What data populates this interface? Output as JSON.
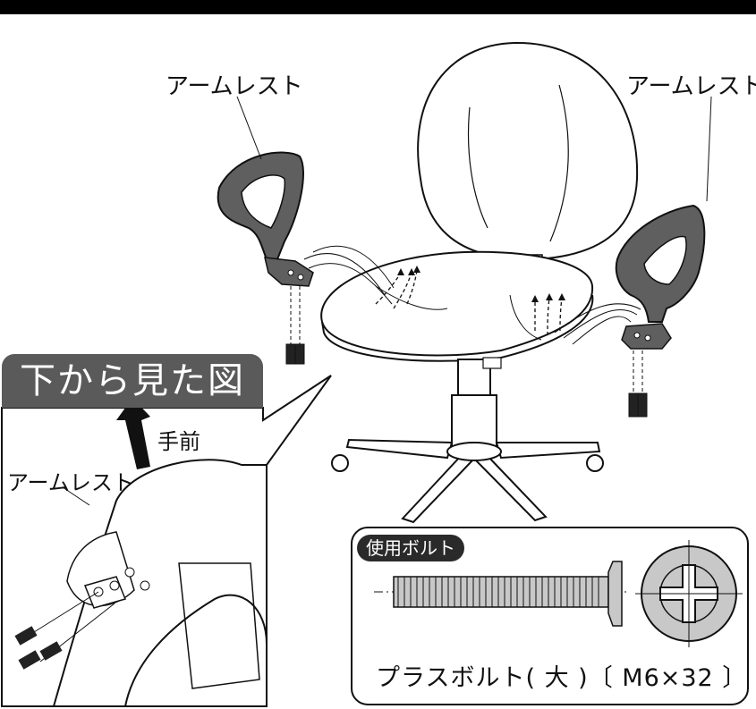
{
  "labels": {
    "armrest_left": "アームレスト",
    "armrest_right": "アームレスト",
    "armrest_inset": "アームレスト"
  },
  "inset": {
    "title": "下から見た図",
    "front_label": "手前"
  },
  "bolt_panel": {
    "badge": "使用ボルト",
    "name": "プラスボルト( 大 )〔 M6×32 〕"
  },
  "colors": {
    "armrest_fill": "#5f5f5f",
    "inset_title_bg": "#5a5a5a",
    "badge_bg": "#2a2a2a",
    "bolt_head_fill": "#c8c8c8",
    "line": "#111111"
  }
}
